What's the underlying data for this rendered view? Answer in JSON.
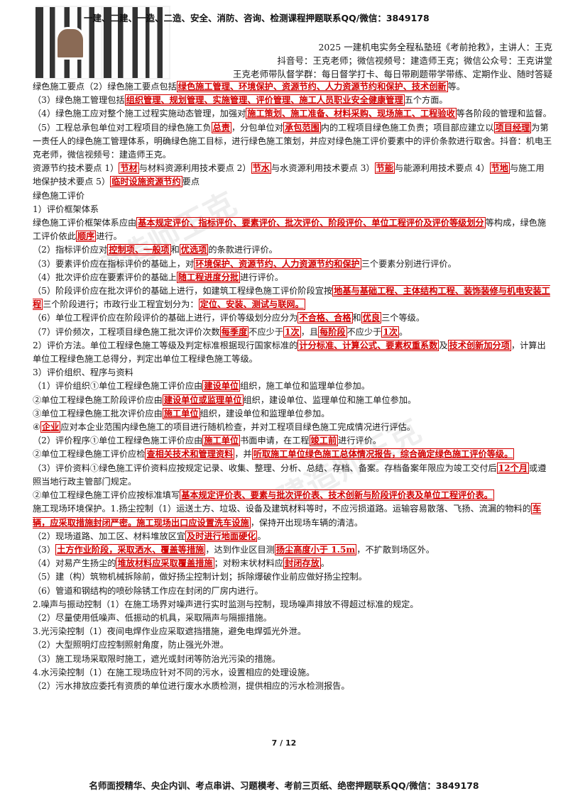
{
  "header": {
    "promo": "一建、二建、一造、二造、安全、消防、咨询、检测课程押题联系QQ/微信：3849178",
    "line1": "2025 一建机电实务全程私塾班《考前抢救》，主讲人：王克",
    "line2": "抖音号：王克老师；微信视频号：建造师王克；微信公众号：王克讲堂",
    "line3": "王克老师带队督学群：每日督学打卡、每日带刷题带学带练、定期作业、随时答疑"
  },
  "watermark": "建造师王克",
  "lines": [
    [
      {
        "t": "绿色施工要点（2）绿色施工要点包括"
      },
      {
        "t": "绿色施工管理、环境保护、资源节约、人力资源节约和保护、技术创新",
        "h": 1
      },
      {
        "t": "等。"
      }
    ],
    [
      {
        "t": "（3）绿色施工管理包括"
      },
      {
        "t": "组织管理、规划管理、实施管理、评价管理、施工人员职业安全健康管理",
        "h": 1
      },
      {
        "t": "五个方面。"
      }
    ],
    [
      {
        "t": "（4）绿色施工应对整个施工过程实施动态管理，加强对"
      },
      {
        "t": "施工策划、施工准备、材料采购、现场施工、工程验收",
        "h": 1
      },
      {
        "t": "等各阶段的管理和监督。"
      }
    ],
    [
      {
        "t": "（5）工程总承包单位对工程项目的绿色施工负"
      },
      {
        "t": "总责",
        "h": 1
      },
      {
        "t": "，分包单位对"
      },
      {
        "t": "承包范围",
        "h": 1
      },
      {
        "t": "内的工程项目绿色施工负责；项目部应建立以"
      },
      {
        "t": "项目经理",
        "h": 1
      },
      {
        "t": "为第一责任人的绿色施工管理体系，明确绿色施工目标，进行绿色施工策划，并应对绿色施工评价要素中的评价条款进行取舍。抖音：机电王克老师，微信视频号：建造师王克。"
      }
    ],
    [
      {
        "t": "资源节约技术要点 1）"
      },
      {
        "t": "节材",
        "h": 1
      },
      {
        "t": "与材料资源利用技术要点 2）"
      },
      {
        "t": "节水",
        "h": 1
      },
      {
        "t": "与水资源利用技术要点 3）"
      },
      {
        "t": "节能",
        "h": 1
      },
      {
        "t": "与能源利用技术要点 4）"
      },
      {
        "t": "节地",
        "h": 1
      },
      {
        "t": "与施工用地保护技术要点 5）"
      },
      {
        "t": "临时设施资源节约",
        "h": 1
      },
      {
        "t": "要点"
      }
    ],
    [
      {
        "t": "绿色施工评价"
      }
    ],
    [
      {
        "t": "1）评价框架体系"
      }
    ],
    [
      {
        "t": "绿色施工评价框架体系应由"
      },
      {
        "t": "基本规定评价、指标评价、要素评价、批次评价、阶段评价、单位工程评价及评价等级划分",
        "h": 1
      },
      {
        "t": "等构成，绿色施工评价依此"
      },
      {
        "t": "顺序",
        "h": 1
      },
      {
        "t": "进行。"
      }
    ],
    [
      {
        "t": "（2）指标评价应对"
      },
      {
        "t": "控制项、一般项",
        "h": 1
      },
      {
        "t": "和"
      },
      {
        "t": "优选项",
        "h": 1
      },
      {
        "t": "的条款进行评价。"
      }
    ],
    [
      {
        "t": "（3）要素评价应在指标评价的基础上，对"
      },
      {
        "t": "环境保护、资源节约、人力资源节约和保护",
        "h": 1
      },
      {
        "t": "三个要素分别进行评价。"
      }
    ],
    [
      {
        "t": "（4）批次评价应在要素评价的基础上"
      },
      {
        "t": "随工程进度分批",
        "h": 1
      },
      {
        "t": "进行评价。"
      }
    ],
    [
      {
        "t": "（5）阶段评价应在批次评价的基础上进行，如建筑工程绿色施工评价阶段宜按"
      },
      {
        "t": "地基与基础工程、主体结构工程、装饰装修与机电安装工程",
        "h": 1
      },
      {
        "t": "三个阶段进行；市政行业工程宜划分为："
      },
      {
        "t": "定位、安装、测试与联网。",
        "h": 1
      }
    ],
    [
      {
        "t": "（6）单位工程评价应在阶段评价的基础上进行，评价等级划分应分为"
      },
      {
        "t": "不合格、合格",
        "h": 1
      },
      {
        "t": "和"
      },
      {
        "t": "优良",
        "h": 1
      },
      {
        "t": "三个等级。"
      }
    ],
    [
      {
        "t": "（7）评价频次，工程项目绿色施工批次评价次数"
      },
      {
        "t": "每季度",
        "h": 1
      },
      {
        "t": "不应少于"
      },
      {
        "t": "1次",
        "h": 1
      },
      {
        "t": "，且"
      },
      {
        "t": "每阶段",
        "h": 1
      },
      {
        "t": "不应少于"
      },
      {
        "t": "1次",
        "h": 1
      },
      {
        "t": "。"
      }
    ],
    [
      {
        "t": "2）评价方法。单位工程绿色施工等级及判定标准根据现行国家标准的"
      },
      {
        "t": "计分标准、计算公式、要素权重系数",
        "h": 1
      },
      {
        "t": "及"
      },
      {
        "t": "技术创新加分项",
        "h": 1
      },
      {
        "t": "，计算出单位工程绿色施工总得分，判定出单位工程绿色施工等级。"
      }
    ],
    [
      {
        "t": "3）评价组织、程序与资料"
      }
    ],
    [
      {
        "t": "（1）评价组织①单位工程绿色施工评价应由"
      },
      {
        "t": "建设单位",
        "h": 1
      },
      {
        "t": "组织，施工单位和监理单位参加。"
      }
    ],
    [
      {
        "t": "②单位工程绿色施工阶段评价应由"
      },
      {
        "t": "建设单位或监理单位",
        "h": 1
      },
      {
        "t": "组织，建设单位、监理单位和施工单位参加。"
      }
    ],
    [
      {
        "t": "③单位工程绿色施工批次评价应由"
      },
      {
        "t": "施工单位",
        "h": 1
      },
      {
        "t": "组织，建设单位和监理单位参加。"
      }
    ],
    [
      {
        "t": "④"
      },
      {
        "t": "企业",
        "h": 1
      },
      {
        "t": "应对本企业范围内绿色施工的项目进行随机检查，并对工程项目绿色施工完成情况进行评估。"
      }
    ],
    [
      {
        "t": "（2）评价程序①单位工程绿色施工评价应由"
      },
      {
        "t": "施工单位",
        "h": 1
      },
      {
        "t": "书面申请，在工程"
      },
      {
        "t": "竣工前",
        "h": 1
      },
      {
        "t": "进行评价。"
      }
    ],
    [
      {
        "t": "②单位工程绿色施工评价应检"
      },
      {
        "t": "查相关技术和管理资料",
        "h": 1
      },
      {
        "t": "，并"
      },
      {
        "t": "听取施工单位绿色施工总体情况报告，综合确定绿色施工评价等级。",
        "h": 1
      }
    ],
    [
      {
        "t": "（3）评价资料①绿色施工评价资料应按规定记录、收集、整理、分析、总结、存档、备案。存档备案年限应为竣工交付后"
      },
      {
        "t": "12个月",
        "h": 1
      },
      {
        "t": "或遵照当地行政主管部门规定。"
      }
    ],
    [
      {
        "t": "②单位工程绿色施工评价应按标准填写"
      },
      {
        "t": "基本规定评价表、要素与批次评价表、技术创新与阶段评价表及单位工程评价表。",
        "h": 1
      }
    ],
    [
      {
        "t": "施工现场环境保护。1.扬尘控制（1）运送土方、垃圾、设备及建筑材料等时，不应污损道路。运输容易散落、飞扬、流漏的物料的"
      },
      {
        "t": "车辆，应采取措施封闭严密。施工现场出口应设置洗车设施",
        "h": 1
      },
      {
        "t": "，保持开出现场车辆的清洁。"
      }
    ],
    [
      {
        "t": "（2）现场道路、加工区、材料堆放区宜"
      },
      {
        "t": "及时进行地面硬化",
        "h": 1
      },
      {
        "t": "。"
      }
    ],
    [
      {
        "t": "（3）"
      },
      {
        "t": "土方作业阶段，采取洒水、覆盖等措施",
        "h": 1
      },
      {
        "t": "，达到作业区目测"
      },
      {
        "t": "扬尘高度小于 1.5m",
        "h": 1
      },
      {
        "t": "，不扩散到场区外。"
      }
    ],
    [
      {
        "t": "（4）对易产生扬尘的"
      },
      {
        "t": "堆放材料应采取覆盖措施",
        "h": 1
      },
      {
        "t": "；对粉末状材料应"
      },
      {
        "t": "封闭存放",
        "h": 1
      },
      {
        "t": "。"
      }
    ],
    [
      {
        "t": "（5）建（构）筑物机械拆除前，做好扬尘控制计划；拆除爆破作业前应做好扬尘控制。"
      }
    ],
    [
      {
        "t": "（6）管道和钢结构的喷砂除锈工作应在封闭的厂房内进行。"
      }
    ],
    [
      {
        "t": "2.噪声与振动控制（1）在施工场界对噪声进行实时监测与控制，现场噪声排放不得超过标准的规定。"
      }
    ],
    [
      {
        "t": "（2）尽量使用低噪声、低振动的机具，采取隔声与隔振措施。"
      }
    ],
    [
      {
        "t": "3.光污染控制（1）夜间电焊作业应采取遮挡措施，避免电焊弧光外泄。"
      }
    ],
    [
      {
        "t": "（2）大型照明灯应控制照射角度，防止强光外泄。"
      }
    ],
    [
      {
        "t": "（3）施工现场采取限时施工，遮光或封闭等防治光污染的措施。"
      }
    ],
    [
      {
        "t": "4.水污染控制（1）在施工现场应针对不同的污水，设置相应的处理设施。"
      }
    ],
    [
      {
        "t": "（2）污水排放应委托有资质的单位进行废水水质检测，提供相应的污水检测报告。"
      }
    ]
  ],
  "page_number": "7 / 12",
  "footer": "名师面授精华、央企内训、考点串讲、习题模考、考前三页纸、绝密押题联系QQ/微信：3849178"
}
